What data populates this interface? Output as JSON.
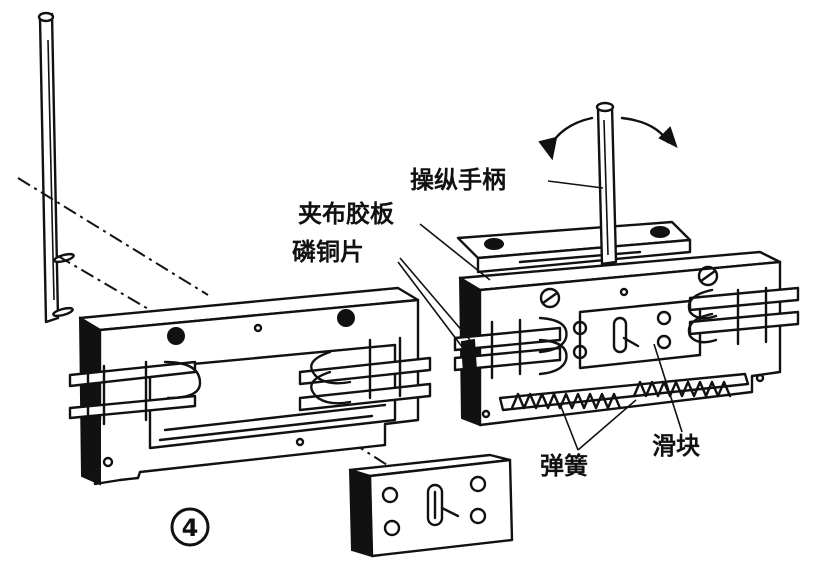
{
  "labels": {
    "handle": "操纵手柄",
    "clamp_plate": "夹布胶板",
    "phosphor_bronze": "磷铜片",
    "slider": "滑块",
    "spring": "弹簧"
  },
  "figure_number": "4"
}
